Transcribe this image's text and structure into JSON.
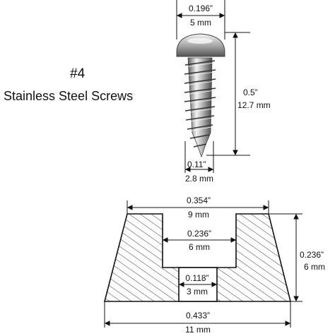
{
  "title": {
    "number": "#4",
    "text": "Stainless Steel Screws"
  },
  "screw": {
    "head_width": {
      "inch": "0.196”",
      "mm": "5 mm"
    },
    "length": {
      "inch": "0.5”",
      "mm": "12.7 mm"
    },
    "tip_width": {
      "inch": "0.11”",
      "mm": "2.8 mm"
    }
  },
  "bumper": {
    "inner_top_width": {
      "inch": "0.354”",
      "mm": "9 mm"
    },
    "recess_width": {
      "inch": "0.236”",
      "mm": "6 mm"
    },
    "height": {
      "inch": "0.236”",
      "mm": "6 mm"
    },
    "hole_width": {
      "inch": "0.118”",
      "mm": "3 mm"
    },
    "base_width": {
      "inch": "0.433”",
      "mm": "11 mm"
    }
  },
  "colors": {
    "line": "#111111",
    "metal_dark": "#6e6e6e",
    "metal_light": "#e8e8e8"
  }
}
